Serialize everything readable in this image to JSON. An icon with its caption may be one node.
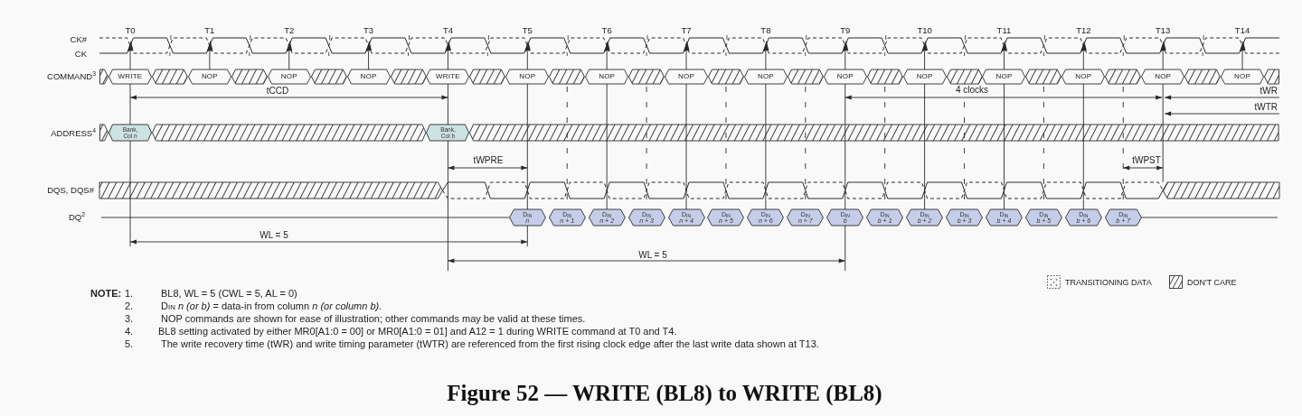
{
  "diagram": {
    "caption": "Figure 52 — WRITE (BL8) to WRITE (BL8)",
    "nodes": [
      {
        "text": [],
        "shape": "hexagon"
      },
      {
        "text": [
          "WRITE"
        ]
      },
      {
        "text": [],
        "shape": "hexagon"
      },
      {
        "text": [
          "NOP"
        ]
      },
      {
        "text": [],
        "shape": "hexagon"
      },
      {
        "text": [
          "NOP"
        ]
      },
      {
        "text": [],
        "shape": "hexagon"
      },
      {
        "text": [
          "NOP"
        ]
      },
      {
        "text": [],
        "shape": "hexagon"
      },
      {
        "text": [
          "WRITE"
        ]
      },
      {
        "text": [],
        "shape": "hexagon"
      },
      {
        "text": [
          "NOP"
        ]
      },
      {
        "text": [],
        "shape": "hexagon"
      },
      {
        "text": [
          "NOP"
        ]
      },
      {
        "text": [],
        "shape": "hexagon"
      },
      {
        "text": [
          "NOP"
        ]
      },
      {
        "text": [],
        "shape": "hexagon"
      },
      {
        "text": [
          "NOP"
        ]
      },
      {
        "text": [],
        "shape": "hexagon"
      },
      {
        "text": [
          "NOP"
        ]
      },
      {
        "text": [],
        "shape": "hexagon"
      },
      {
        "text": [
          "NOP"
        ]
      },
      {
        "text": [],
        "shape": "hexagon"
      },
      {
        "text": [
          "NOP"
        ]
      },
      {
        "text": [],
        "shape": "hexagon"
      },
      {
        "text": [
          "NOP"
        ]
      },
      {
        "text": [],
        "shape": "hexagon"
      },
      {
        "text": [
          "NOP"
        ]
      },
      {
        "text": [],
        "shape": "hexagon"
      },
      {
        "text": [
          "NOP"
        ]
      },
      {
        "text": [],
        "shape": "hexagon"
      },
      {
        "text": [],
        "shape": "hexagon"
      },
      {
        "text": [
          "Bank, Col n"
        ]
      },
      {
        "text": [],
        "shape": "hexagon"
      },
      {
        "text": [
          "Bank, Col b"
        ]
      },
      {
        "text": [],
        "shape": "hexagon"
      },
      {
        "text": [
          "D$_{IN}$",
          "n"
        ]
      },
      {
        "text": [
          "D$_{IN}$",
          "n + 1"
        ]
      },
      {
        "text": [
          "D$_{IN}$",
          "n + 2"
        ]
      },
      {
        "text": [
          "D$_{IN}$",
          "n + 3"
        ]
      },
      {
        "text": [
          "D$_{IN}$",
          "n + 4"
        ]
      },
      {
        "text": [
          "D$_{IN}$",
          "n + 5"
        ]
      },
      {
        "text": [
          "D$_{IN}$",
          "n + 6"
        ]
      },
      {
        "text": [
          "D$_{IN}$",
          "n + 7"
        ]
      },
      {
        "text": [
          "D$_{IN}$",
          "b"
        ]
      },
      {
        "text": [
          "D$_{IN}$",
          "b + 1"
        ]
      },
      {
        "text": [
          "D$_{IN}$",
          "b + 2"
        ]
      },
      {
        "text": [
          "D$_{IN}$",
          "b + 3"
        ]
      },
      {
        "text": [
          "D$_{IN}$",
          "b + 4"
        ]
      },
      {
        "text": [
          "D$_{IN}$",
          "b + 5"
        ]
      },
      {
        "text": [
          "D$_{IN}$",
          "b + 6"
        ]
      },
      {
        "text": [
          "D$_{IN}$",
          "b + 7"
        ]
      }
    ],
    "labels": [
      "T0",
      "T1",
      "T2",
      "T3",
      "T4",
      "T5",
      "T6",
      "T7",
      "T8",
      "T9",
      "T10",
      "T11",
      "T12",
      "T13",
      "T14",
      "CK#",
      "CK",
      "COMMAND$^{3}$",
      "tCCD",
      "4 clocks",
      "tWR",
      "tWTR",
      "ADDRESS$^{4}$",
      "tWPRE",
      "tWPST",
      "DQS, DQS#",
      "DQ$^{2}$",
      "WL = 5",
      "WL = 5",
      "NOTE:",
      "1.",
      "BL8, WL = 5 (CWL = 5, AL = 0)",
      "2.",
      "D$_{IN}$ *n (or b)* = data-in from column *n (or column b).*",
      "3.",
      "NOP commands are shown for ease of illustration; other commands may be valid at these times.",
      "4.",
      "BL8 setting activated by either MR0[A1:0 = 00] or MR0[A1:0 = 01] and A12 = 1 during WRITE command at T0 and T4.",
      "5.",
      "The write recovery time (tWR) and write timing parameter (tWTR) are referenced from the first rising clock edge after the last write data shown at T13."
    ],
    "legend": [
      {
        "text": "TRANSITIONING DATA"
      },
      {
        "text": "DON'T CARE"
      }
    ]
  }
}
